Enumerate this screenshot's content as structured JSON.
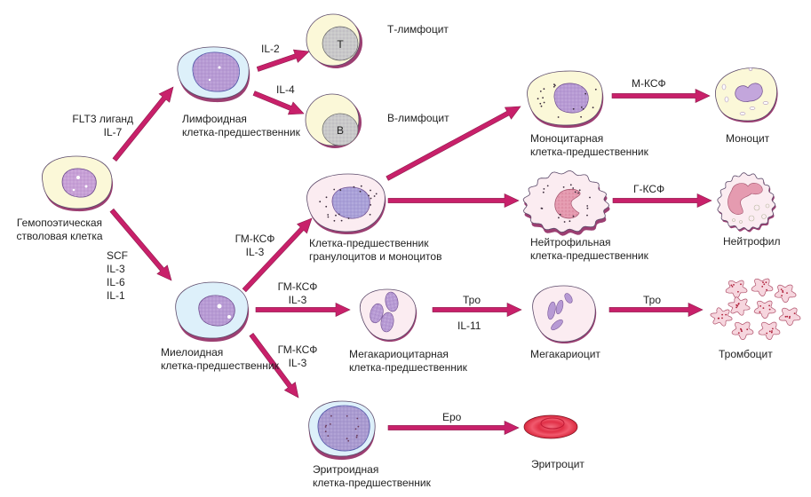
{
  "title": "Гемопоэз: дифференцировка клеток крови",
  "colors": {
    "arrow": "#c8206a",
    "arrow_dark": "#8e1a4c",
    "cytoplasm_yellow": "#fbf8d8",
    "cytoplasm_blue": "#ddf0fa",
    "cytoplasm_pink": "#fbecf1",
    "nucleus_purple": "#b79ad4",
    "nucleus_pink": "#e59bb0",
    "nucleus_gray": "#c9c9c9",
    "erythrocyte": "#e8344e",
    "platelet": "#f6d6de",
    "outline": "#5c4a6a",
    "rim": "#9c3f72"
  },
  "cells": {
    "stem": {
      "lines": [
        "Гемопоэтическая",
        "стволовая клетка"
      ]
    },
    "lymphoid": {
      "lines": [
        "Лимфоидная",
        "клетка-предшественник"
      ]
    },
    "t_lymph": {
      "label": "Т-лимфоцит",
      "letter": "T"
    },
    "b_lymph": {
      "label": "В-лимфоцит",
      "letter": "B"
    },
    "myeloid": {
      "lines": [
        "Миелоидная",
        "клетка-предшественник"
      ]
    },
    "gm_prog": {
      "lines": [
        "Клетка-предшественник",
        "гранулоцитов и моноцитов"
      ]
    },
    "mono_prog": {
      "lines": [
        "Моноцитарная",
        "клетка-предшественник"
      ]
    },
    "monocyte": {
      "label": "Моноцит"
    },
    "neut_prog": {
      "lines": [
        "Нейтрофильная",
        "клетка-предшественник"
      ]
    },
    "neutrophil": {
      "label": "Нейтрофил"
    },
    "mk_prog": {
      "lines": [
        "Мегакариоцитарная",
        "клетка-предшественник"
      ]
    },
    "megakaryocyte": {
      "label": "Мегакариоцит"
    },
    "platelet": {
      "label": "Тромбоцит"
    },
    "ery_prog": {
      "lines": [
        "Эритроидная",
        "клетка-предшественник"
      ]
    },
    "erythrocyte": {
      "label": "Эритроцит"
    }
  },
  "factors": {
    "stem_to_lymphoid": [
      "FLT3 лиганд",
      "IL-7"
    ],
    "stem_to_myeloid": [
      "SCF",
      "IL-3",
      "IL-6",
      "IL-1"
    ],
    "lymphoid_to_t": [
      "IL-2"
    ],
    "lymphoid_to_b": [
      "IL-4"
    ],
    "myeloid_to_gm": [
      "ГМ-КСФ",
      "IL-3"
    ],
    "myeloid_to_mk": [
      "ГМ-КСФ",
      "IL-3"
    ],
    "myeloid_to_ery": [
      "ГМ-КСФ",
      "IL-3"
    ],
    "mono_prog_to_monocyte": [
      "М-КСФ"
    ],
    "neut_prog_to_neutrophil": [
      "Г-КСФ"
    ],
    "mk_prog_to_megakaryocyte": [
      "Тро",
      "IL-11"
    ],
    "megakaryocyte_to_platelet": [
      "Тро"
    ],
    "ery_prog_to_erythrocyte": [
      "Ерo"
    ]
  }
}
